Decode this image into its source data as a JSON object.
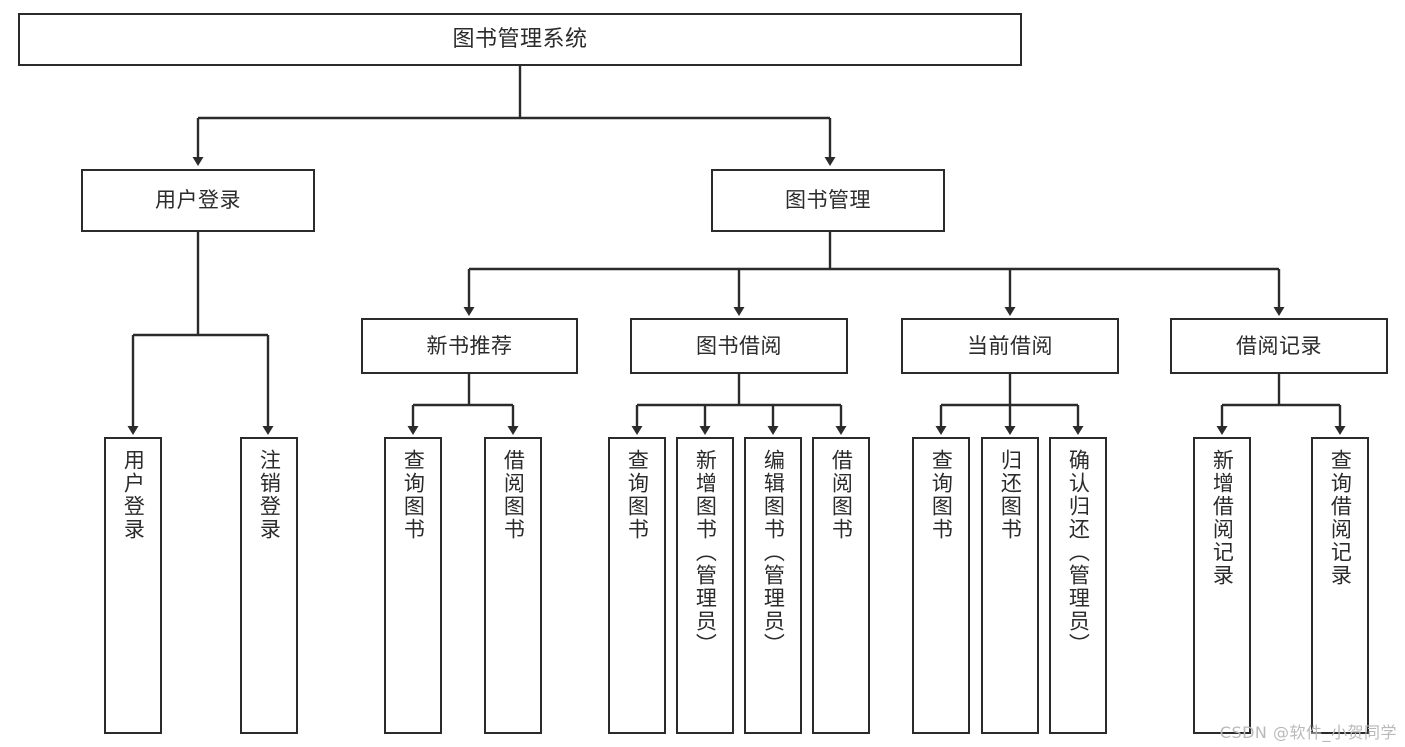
{
  "diagram": {
    "title": "图书管理系统",
    "type": "tree-hierarchy-functional-decomposition",
    "watermark": "CSDN @软件_小贺同学",
    "colors": {
      "box_border": "#2b2b2b",
      "box_fill": "#ffffff",
      "connector": "#2b2b2b",
      "text": "#2b2b2b",
      "watermark": "#b9b9b9",
      "background": "#ffffff"
    },
    "nodes": {
      "root": {
        "label": "图书管理系统"
      },
      "level2": [
        {
          "id": "user-login",
          "label": "用户登录"
        },
        {
          "id": "book-management",
          "label": "图书管理"
        }
      ],
      "level3": [
        {
          "id": "new-book-recommend",
          "label": "新书推荐"
        },
        {
          "id": "book-borrow",
          "label": "图书借阅"
        },
        {
          "id": "current-borrow",
          "label": "当前借阅"
        },
        {
          "id": "borrow-record",
          "label": "借阅记录"
        }
      ],
      "leaves": {
        "user-login": [
          {
            "id": "leaf-user-login",
            "label": "用户登录"
          },
          {
            "id": "leaf-logout-login",
            "label": "注销登录"
          }
        ],
        "new-book-recommend": [
          {
            "id": "leaf-query-book-1",
            "label": "查询图书"
          },
          {
            "id": "leaf-borrow-book-1",
            "label": "借阅图书"
          }
        ],
        "book-borrow": [
          {
            "id": "leaf-query-book-2",
            "label": "查询图书"
          },
          {
            "id": "leaf-add-book-admin",
            "label": "新增图书（管理员）"
          },
          {
            "id": "leaf-edit-book-admin",
            "label": "编辑图书（管理员）"
          },
          {
            "id": "leaf-borrow-book-2",
            "label": "借阅图书"
          }
        ],
        "current-borrow": [
          {
            "id": "leaf-query-book-3",
            "label": "查询图书"
          },
          {
            "id": "leaf-return-book",
            "label": "归还图书"
          },
          {
            "id": "leaf-confirm-return-admin",
            "label": "确认归还（管理员）"
          }
        ],
        "borrow-record": [
          {
            "id": "leaf-add-borrow-record",
            "label": "新增借阅记录"
          },
          {
            "id": "leaf-query-borrow-record",
            "label": "查询借阅记录"
          }
        ]
      }
    }
  }
}
